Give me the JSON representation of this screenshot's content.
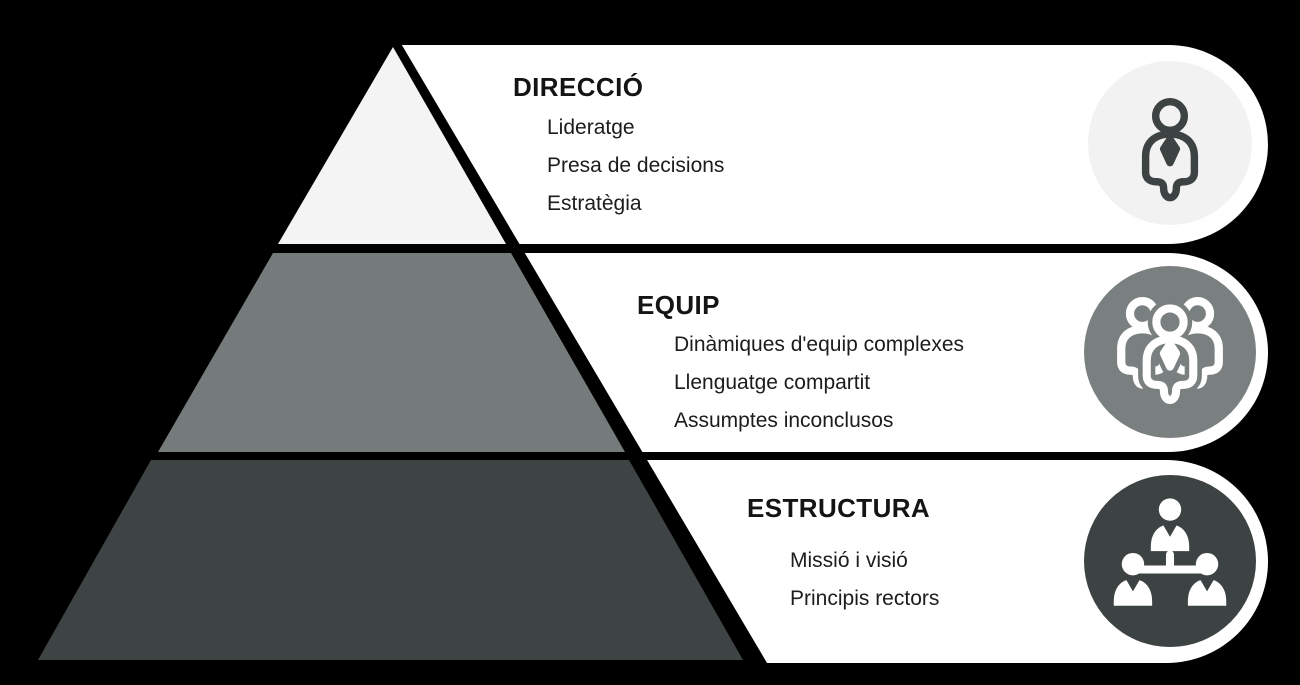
{
  "diagram_title": "organizational-pyramid",
  "colors": {
    "background": "#000000",
    "bar": "#ffffff",
    "outline": "#000000",
    "text": "#141414"
  },
  "rows": [
    {
      "title": "DIRECCIÓ",
      "items": [
        "Lideratge",
        "Presa de decisions",
        "Estratègia"
      ],
      "icon": "businessperson-icon",
      "icon_bg": "#f2f2f2",
      "icon_fg": "#3d4242",
      "pyramid_color": "#f4f4f4"
    },
    {
      "title": "EQUIP",
      "items": [
        "Dinàmiques d'equip complexes",
        "Llenguatge compartit",
        "Assumptes inconclusos"
      ],
      "icon": "team-icon",
      "icon_bg": "#7a7f7f",
      "icon_fg": "#ffffff",
      "pyramid_color": "#757a7a"
    },
    {
      "title": "ESTRUCTURA",
      "items": [
        "Missió i visió",
        "Principis rectors"
      ],
      "icon": "org-hierarchy-icon",
      "icon_bg": "#3d4242",
      "icon_fg": "#ffffff",
      "pyramid_color": "#3e4343"
    }
  ]
}
